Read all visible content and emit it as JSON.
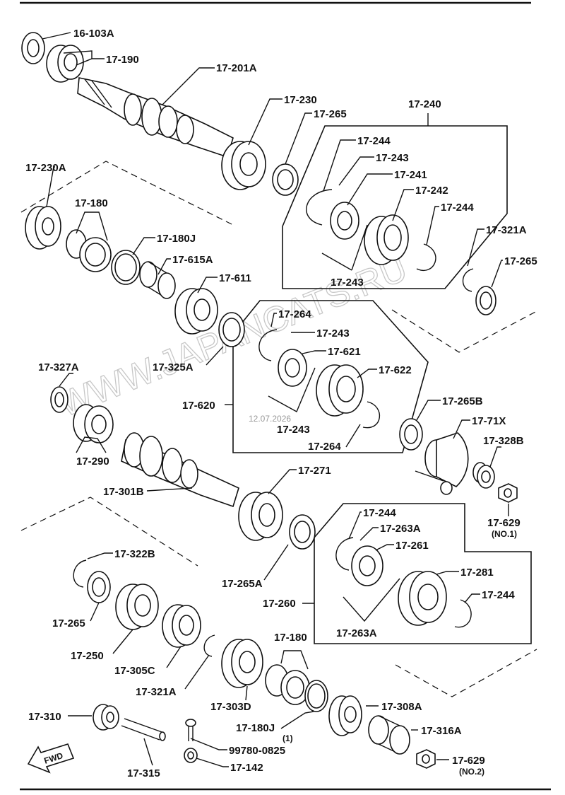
{
  "watermark": {
    "text": "WWW.JAPANCATS.RU",
    "date": "12.07.2026"
  },
  "fwd_label": "FWD",
  "groups": {
    "g_17_240": "17-240",
    "g_17_620": "17-620",
    "g_17_260": "17-260"
  },
  "labels": {
    "l01": "16-103A",
    "l02": "17-190",
    "l03": "17-201A",
    "l04": "17-230",
    "l05": "17-265",
    "l06": "17-244",
    "l07": "17-243",
    "l08": "17-241",
    "l09": "17-242",
    "l10": "17-244",
    "l11": "17-243",
    "l12": "17-230A",
    "l13": "17-180",
    "l14": "17-180J",
    "l15": "17-615A",
    "l16": "17-611",
    "l17": "17-321A",
    "l18": "17-265",
    "l19": "17-264",
    "l20": "17-243",
    "l21": "17-621",
    "l22": "17-622",
    "l23": "17-325A",
    "l24": "17-243",
    "l25": "17-264",
    "l26": "17-327A",
    "l27": "17-290",
    "l28": "17-265B",
    "l29": "17-71X",
    "l30": "17-328B",
    "l31": "17-629",
    "l32": "17-271",
    "l33": "17-301B",
    "l34": "17-244",
    "l35": "17-263A",
    "l36": "17-261",
    "l37": "17-322B",
    "l38": "17-281",
    "l39": "17-244",
    "l40": "17-265A",
    "l41": "17-263A",
    "l42": "17-265",
    "l43": "17-250",
    "l44": "17-305C",
    "l45": "17-321A",
    "l46": "17-180",
    "l47": "17-303D",
    "l48": "17-310",
    "l49": "17-308A",
    "l50": "17-180J",
    "l51": "17-316A",
    "l52": "99780-0825",
    "l53": "17-142",
    "l54": "17-315",
    "l55": "17-629"
  },
  "notes": {
    "n1": "(NO.1)",
    "n2": "(NO.2)",
    "n3": "(1)"
  }
}
